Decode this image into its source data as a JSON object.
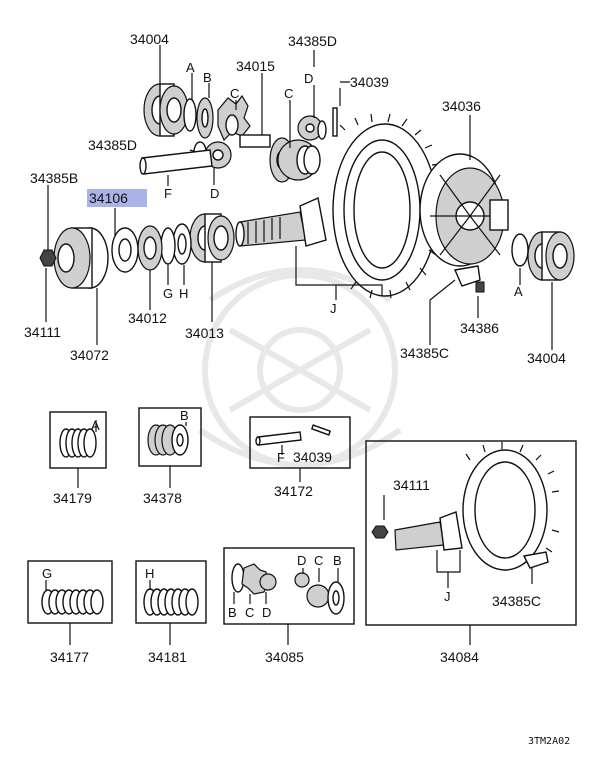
{
  "upper_assembly": {
    "labels": {
      "p34004_top": "34004",
      "p34385d_top": "34385D",
      "p34015": "34015",
      "p34039_top": "34039",
      "p34036": "34036",
      "p34385d_left": "34385D",
      "p34385b": "34385B",
      "p34106": "34106",
      "p34111": "34111",
      "p34072": "34072",
      "p34012": "34012",
      "p34013": "34013",
      "p34386": "34386",
      "p34385c": "34385C",
      "p34004_right": "34004"
    },
    "letters": {
      "a_top": "A",
      "b_top": "B",
      "c_top": "C",
      "c_mid": "C",
      "d_top": "D",
      "d_bottom": "D",
      "f": "F",
      "g": "G",
      "h": "H",
      "j": "J",
      "a_right": "A"
    }
  },
  "kits": [
    {
      "id": "kit-34179",
      "label": "34179",
      "letter": "A"
    },
    {
      "id": "kit-34378",
      "label": "34378",
      "letter": "B"
    },
    {
      "id": "kit-34172",
      "label": "34172",
      "letter_f": "F",
      "inner_label": "34039"
    },
    {
      "id": "kit-34177",
      "label": "34177",
      "letter": "G"
    },
    {
      "id": "kit-34181",
      "label": "34181",
      "letter": "H"
    },
    {
      "id": "kit-34085",
      "label": "34085",
      "letters": [
        "B",
        "C",
        "D",
        "D",
        "C",
        "B"
      ]
    },
    {
      "id": "kit-34084",
      "label": "34084",
      "inner_label_top": "34111",
      "letter_j": "J",
      "inner_label_bottom": "34385C"
    }
  ],
  "footer_code": "3TM2A02",
  "colors": {
    "highlight": "#aab2e6",
    "line": "#111111",
    "watermark": "#e6e6e6"
  }
}
